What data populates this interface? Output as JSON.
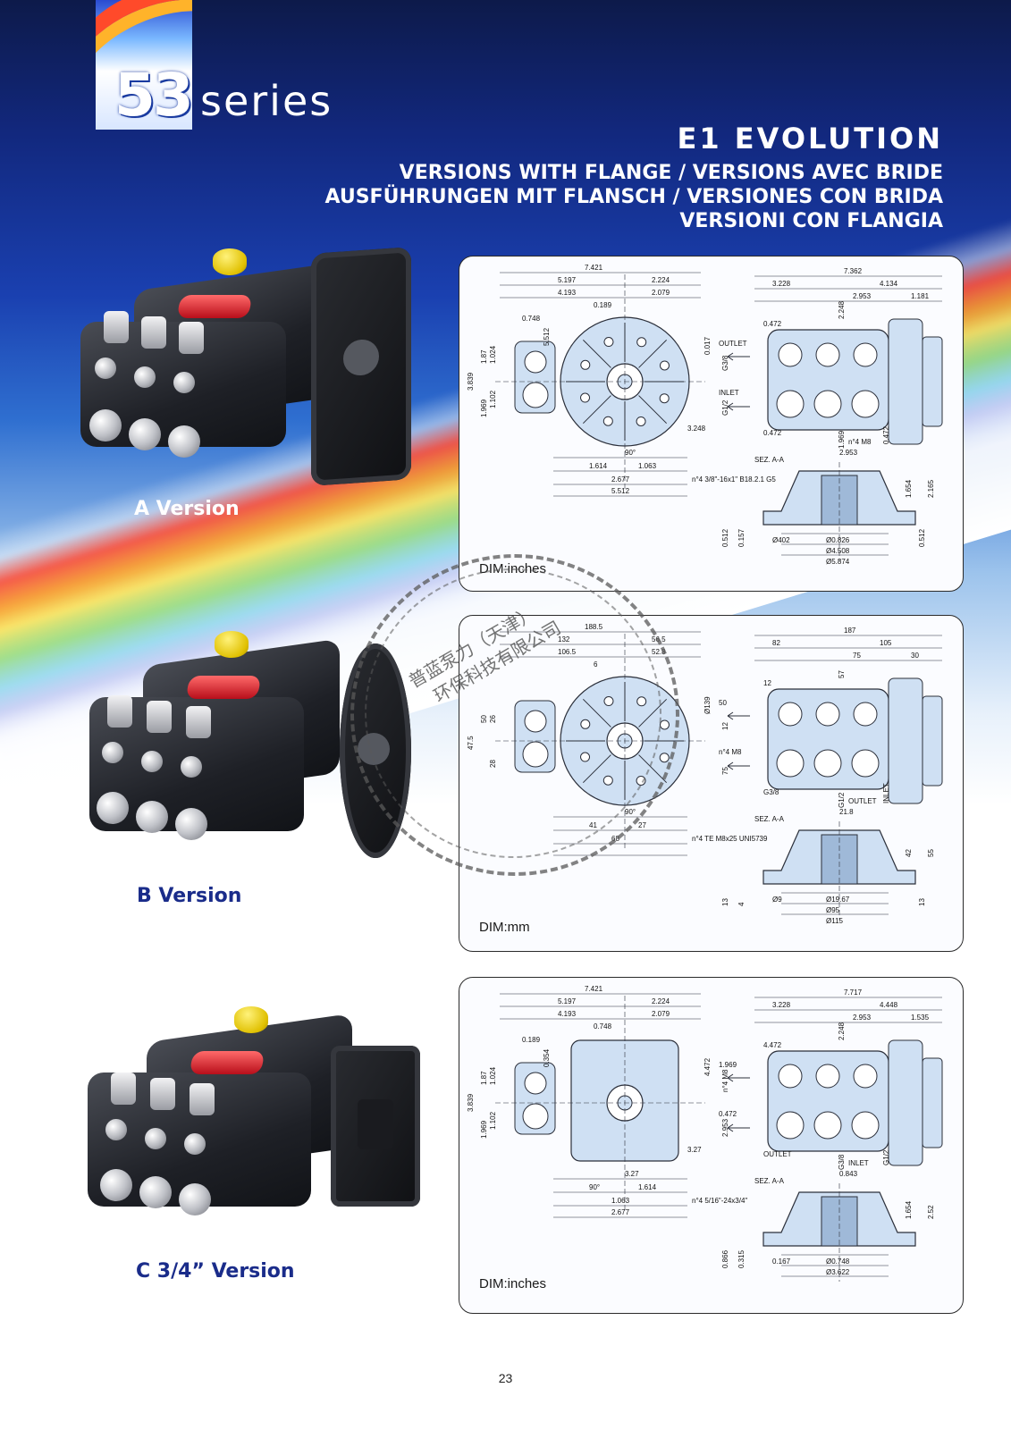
{
  "header": {
    "logo_number": "53",
    "logo_word": "series",
    "title": "E1 EVOLUTION",
    "subtitle_lines": [
      "VERSIONS WITH FLANGE / VERSIONS AVEC BRIDE",
      "AUSFÜHRUNGEN MIT FLANSCH / VERSIONES CON BRIDA",
      "VERSIONI CON FLANGIA"
    ]
  },
  "versions": [
    {
      "label": "A Version",
      "dim_unit": "DIM:inches"
    },
    {
      "label": "B Version",
      "dim_unit": "DIM:mm"
    },
    {
      "label": "C 3/4” Version",
      "dim_unit": "DIM:inches"
    }
  ],
  "drawings": {
    "a": {
      "top": [
        "7.421",
        "5.197",
        "2.224",
        "4.193",
        "2.079",
        "0.189",
        "0.748",
        "5.512"
      ],
      "left": [
        "3.839",
        "1.87",
        "1.024",
        "1.102",
        "1.969"
      ],
      "bottom": [
        "90°",
        "1.614",
        "1.063",
        "2.677",
        "5.512",
        "3.248"
      ],
      "side": [
        "7.362",
        "3.228",
        "4.134",
        "2.953",
        "1.181",
        "2.248",
        "0.472",
        "0.472",
        "1.969",
        "n°4 M8",
        "0.472",
        "2.953",
        "0.017",
        "OUTLET",
        "G3/8",
        "INLET",
        "G1/2"
      ],
      "section": [
        "SEZ. A-A",
        "n°4 3/8\"-16x1\" B18.2.1 G5",
        "1.654",
        "2.165",
        "0.512",
        "0.157",
        "Ø402",
        "Ø0.826",
        "Ø4.508",
        "Ø5.874",
        "0.512"
      ]
    },
    "b": {
      "top": [
        "188.5",
        "132",
        "56.5",
        "106.5",
        "52.8",
        "6"
      ],
      "left": [
        "47.5",
        "50",
        "26",
        "28"
      ],
      "bottom": [
        "90°",
        "41",
        "27",
        "68"
      ],
      "side": [
        "187",
        "82",
        "105",
        "75",
        "30",
        "57",
        "12",
        "G3/8",
        "G1/2",
        "OUTLET",
        "INLET",
        "21.8",
        "Ø139",
        "50",
        "12",
        "n°4 M8",
        "75"
      ],
      "section": [
        "SEZ. A-A",
        "n°4 TE M8x25 UNI5739",
        "42",
        "55",
        "13",
        "4",
        "Ø9",
        "Ø19.67",
        "Ø95",
        "Ø115",
        "13"
      ]
    },
    "c": {
      "top": [
        "7.421",
        "5.197",
        "2.224",
        "4.193",
        "2.079",
        "0.748",
        "0.189",
        "0.354"
      ],
      "left": [
        "3.839",
        "1.87",
        "1.024",
        "1.102",
        "1.969"
      ],
      "bottom": [
        "3.27",
        "90°",
        "1.614",
        "1.063",
        "2.677",
        "3.27"
      ],
      "side": [
        "7.717",
        "3.228",
        "4.448",
        "2.953",
        "1.535",
        "2.248",
        "4.472",
        "OUTLET",
        "G3/8",
        "INLET",
        "G1/2",
        "0.843",
        "4.472",
        "1.969",
        "n°4 M8",
        "0.472",
        "2.953"
      ],
      "section": [
        "SEZ. A-A",
        "n°4 5/16\"-24x3/4\"",
        "1.654",
        "2.52",
        "0.866",
        "0.315",
        "0.167",
        "Ø0.748",
        "Ø3.622"
      ]
    }
  },
  "stamp": {
    "line1": "普蓝泵力（天津）",
    "line2": "环保科技有限公司"
  },
  "page_number": "23"
}
